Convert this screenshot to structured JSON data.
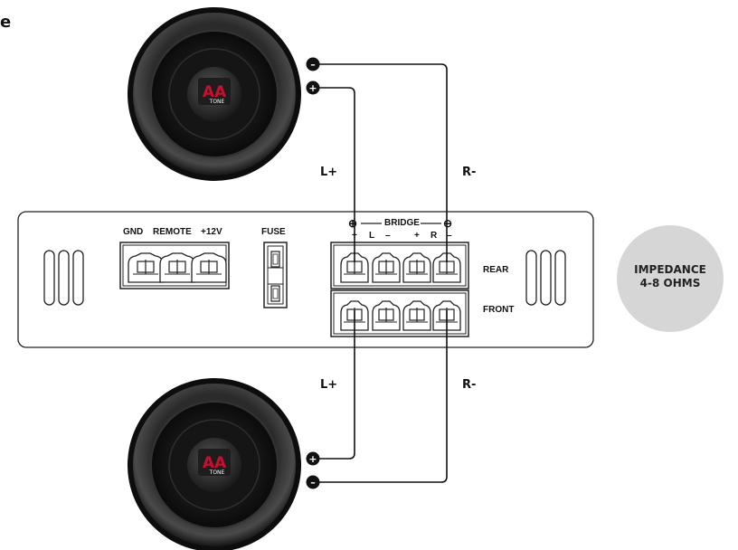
{
  "header_fragment": "e",
  "amp": {
    "power_labels": [
      "GND",
      "REMOTE",
      "+12V"
    ],
    "fuse_label": "FUSE",
    "bridge_label": "BRIDGE",
    "bridge_plus_symbol": "⊕",
    "bridge_minus_symbol": "⊖",
    "speaker_terminal_labels": [
      "+",
      "L",
      "–",
      "+",
      "R",
      "–"
    ],
    "rear_label": "REAR",
    "front_label": "FRONT"
  },
  "wire_labels": {
    "top_left": "L+",
    "top_right": "R-",
    "bottom_left": "L+",
    "bottom_right": "R-"
  },
  "terminal_symbols": {
    "plus": "+",
    "minus": "–"
  },
  "impedance": {
    "line1": "IMPEDANCE",
    "line2": "4-8 OHMS"
  },
  "speaker_logo": {
    "mark": "AA",
    "text": "TONE"
  },
  "colors": {
    "wire": "#111111",
    "impedance_bg": "#d6d6d6",
    "logo_red": "#c8102e"
  }
}
